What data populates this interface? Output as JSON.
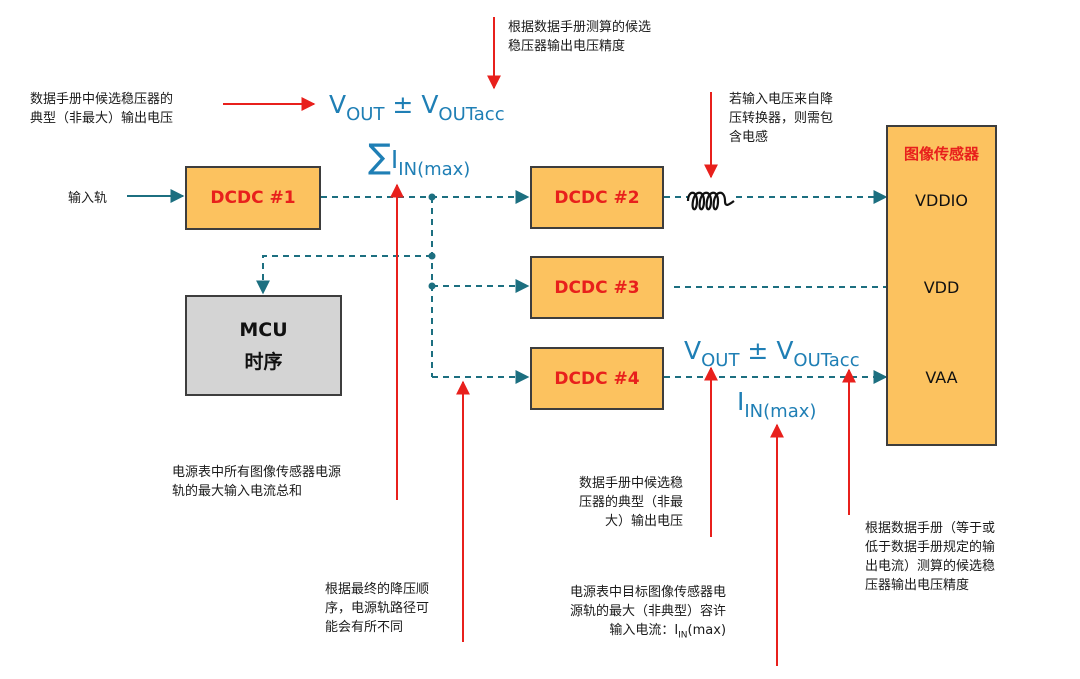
{
  "notes": {
    "top_center": [
      "根据数据手册测算的候选",
      "稳压器输出电压精度"
    ],
    "top_left": [
      "数据手册中候选稳压器的",
      "典型（非最大）输出电压"
    ],
    "inductor": [
      "若输入电压来自降",
      "压转换器，则需包",
      "含电感"
    ],
    "sum_current": [
      "电源表中所有图像传感器电源",
      "轨的最大输入电流总和"
    ],
    "rail_path": [
      "根据最终的降压顺",
      "序，电源轨路径可",
      "能会有所不同"
    ],
    "dcdc4_vout": [
      "数据手册中候选稳",
      "压器的典型（非最",
      "大）输出电压"
    ],
    "dcdc4_iin": [
      "电源表中目标图像传感器电",
      "源轨的最大（非典型）容许",
      "输入电流：I",
      "(max)"
    ],
    "dcdc4_acc": [
      "根据数据手册（等于或",
      "低于数据手册规定的输",
      "出电流）测算的候选稳",
      "压器输出电压精度"
    ]
  },
  "input_rail": "输入轨",
  "blocks": {
    "dcdc1": "DCDC #1",
    "dcdc2": "DCDC #2",
    "dcdc3": "DCDC #3",
    "dcdc4": "DCDC #4",
    "mcu_line1": "MCU",
    "mcu_line2": "时序"
  },
  "sensor": {
    "title": "图像传感器",
    "rails": [
      "VDDIO",
      "VDD",
      "VAA"
    ]
  },
  "formula": {
    "v": "V",
    "out": "OUT",
    "pm": "±",
    "outacc": "OUTacc",
    "sigma": "∑",
    "i": "I",
    "in_max": "IN(max)"
  },
  "colors": {
    "wire": "#1c6f80",
    "arrow_red": "#e8201c",
    "formula_blue": "#1f7fb5",
    "block_orange": "#fcc25f"
  }
}
